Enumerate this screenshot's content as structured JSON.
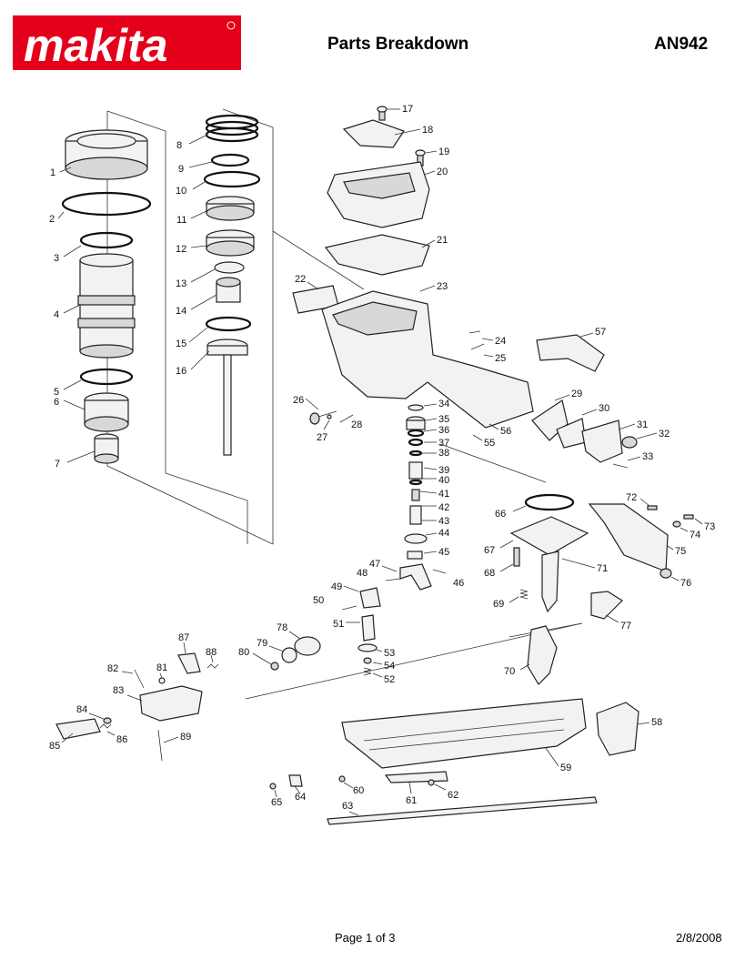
{
  "header": {
    "brand": "makita",
    "title": "Parts Breakdown",
    "model": "AN942"
  },
  "footer": {
    "page": "Page 1 of 3",
    "date": "2/8/2008"
  },
  "colors": {
    "brand_red": "#e4001b",
    "line": "#222222"
  },
  "callouts": [
    "1",
    "2",
    "3",
    "4",
    "5",
    "6",
    "7",
    "8",
    "9",
    "10",
    "11",
    "12",
    "13",
    "14",
    "15",
    "16",
    "17",
    "18",
    "19",
    "20",
    "21",
    "22",
    "23",
    "24",
    "25",
    "26",
    "27",
    "28",
    "29",
    "30",
    "31",
    "32",
    "33",
    "34",
    "35",
    "36",
    "37",
    "38",
    "39",
    "40",
    "41",
    "42",
    "43",
    "44",
    "45",
    "46",
    "47",
    "48",
    "49",
    "50",
    "51",
    "52",
    "53",
    "54",
    "55",
    "56",
    "57",
    "58",
    "59",
    "60",
    "61",
    "62",
    "63",
    "64",
    "65",
    "66",
    "67",
    "68",
    "69",
    "70",
    "71",
    "72",
    "73",
    "74",
    "75",
    "76",
    "77",
    "78",
    "79",
    "80",
    "81",
    "82",
    "83",
    "84",
    "85",
    "86",
    "87",
    "88",
    "89"
  ]
}
